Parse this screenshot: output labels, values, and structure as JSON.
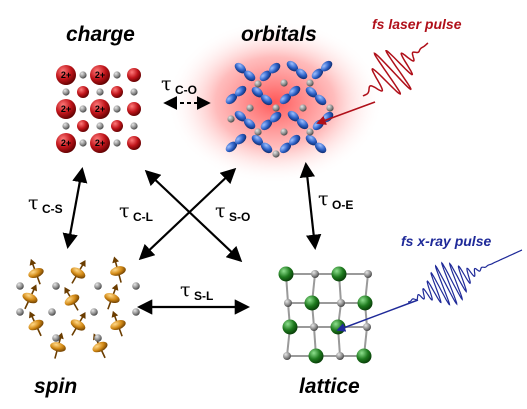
{
  "titles": {
    "charge": "charge",
    "orbitals": "orbitals",
    "spin": "spin",
    "lattice": "lattice"
  },
  "pulses": {
    "laser": {
      "label": "fs laser pulse",
      "color": "#b0101a"
    },
    "xray": {
      "label": "fs x-ray pulse",
      "color": "#1f2a99"
    }
  },
  "couplings": {
    "tau_symbol": "τ",
    "c_o": "C-O",
    "c_s": "C-S",
    "c_l": "C-L",
    "s_o": "S-O",
    "o_e": "O-E",
    "s_l": "S-L"
  },
  "charge_ion_label": "2+",
  "colors": {
    "charge_ion": "#c0141a",
    "orbital_lobe": "#2f63c8",
    "spin_arrow": "#d38a16",
    "lattice_atom": "#1e7a1e",
    "glow": "#ff3b3b",
    "neutral_atom": "#8a8a8a"
  }
}
